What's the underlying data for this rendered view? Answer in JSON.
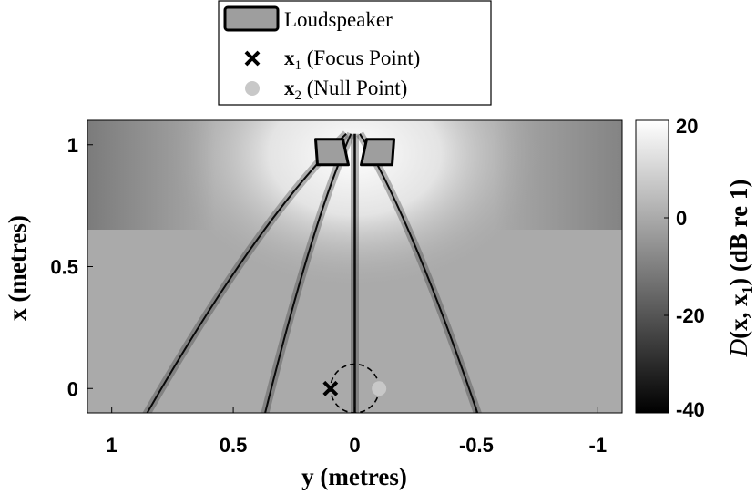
{
  "chart_data": {
    "type": "heatmap",
    "title": "",
    "xlabel": "y (metres)",
    "ylabel": "x (metres)",
    "x_axis": {
      "reversed": true,
      "range": [
        1.1,
        -1.1
      ],
      "ticks": [
        1,
        0.5,
        0,
        -0.5,
        -1
      ],
      "tick_labels": [
        "1",
        "0.5",
        "0",
        "-0.5",
        "-1"
      ]
    },
    "y_axis": {
      "range": [
        -0.1,
        1.1
      ],
      "ticks": [
        0,
        0.5,
        1
      ],
      "tick_labels": [
        "0",
        "0.5",
        "1"
      ]
    },
    "colorbar": {
      "label_prefix": "D",
      "label_args": "(x, x",
      "label_sub": "1",
      "label_suffix": ") (dB re 1)",
      "range": [
        -40,
        20
      ],
      "ticks": [
        20,
        0,
        -20,
        -40
      ],
      "tick_labels": [
        "20",
        "0",
        "-20",
        "-40"
      ],
      "colormap": "gray"
    },
    "legend": {
      "placement": "top-center",
      "entries": [
        {
          "label": "Loudspeaker",
          "marker": "loudspeaker-patch"
        },
        {
          "label_sym": "x",
          "label_sub": "1",
          "label_rest": " (Focus Point)",
          "marker": "cross"
        },
        {
          "label_sym": "x",
          "label_sub": "2",
          "label_rest": " (Null Point)",
          "marker": "grey-dot"
        }
      ]
    },
    "loudspeakers": [
      {
        "y": 0.09,
        "x": 0.97
      },
      {
        "y": -0.09,
        "x": 0.97
      }
    ],
    "focus_point": {
      "y": 0.1,
      "x": 0.0
    },
    "null_point": {
      "y": -0.1,
      "x": 0.0
    },
    "circle": {
      "center_y": 0.0,
      "center_x": 0.0,
      "radius": 0.1,
      "style": "dashed"
    },
    "source_x": 1.0,
    "nulls_y_at_x0": [
      0.88,
      0.38,
      0.0,
      -0.52
    ]
  }
}
